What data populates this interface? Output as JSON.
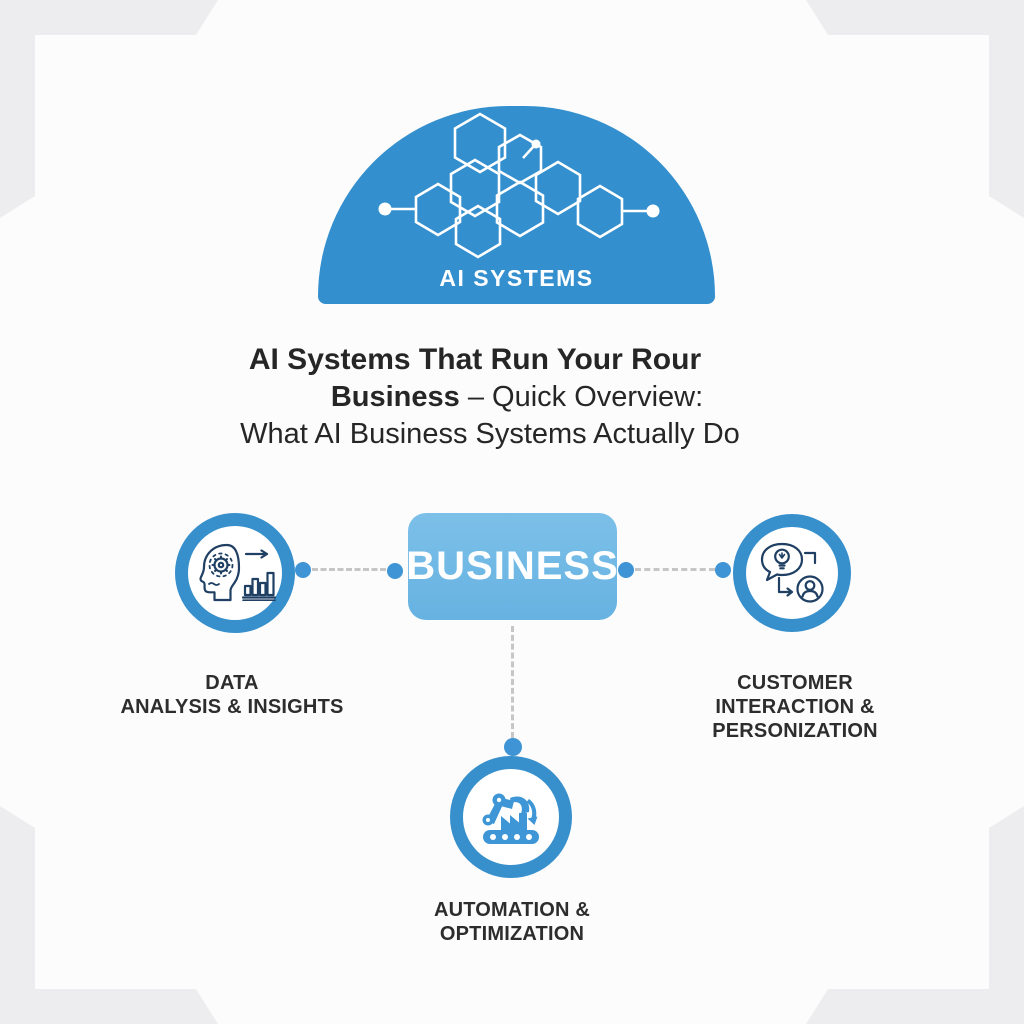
{
  "banner": {
    "label": "AI SYSTEMS",
    "icon": "hexagon-network-icon"
  },
  "title": {
    "line1": "AI Systems That Run Your Rour",
    "line2_bold": "Business",
    "line2_rest": " – Quick Overview:",
    "line3": "What AI Business Systems Actually Do"
  },
  "center_node": {
    "label": "BUSINESS"
  },
  "nodes": [
    {
      "id": "data-analysis",
      "icon": "brain-analytics-icon",
      "label_lines": [
        "DATA",
        "ANALYSIS & INSIGHTS"
      ]
    },
    {
      "id": "customer-interaction",
      "icon": "chat-idea-person-icon",
      "label_lines": [
        "CUSTOMER",
        "INTERACTION &",
        "PERSONIZATION"
      ]
    },
    {
      "id": "automation",
      "icon": "robot-arm-conveyor-icon",
      "label_lines": [
        "AUTOMATION &",
        "OPTIMIZATION"
      ]
    }
  ],
  "colors": {
    "banner_blue": "#338fce",
    "ring_blue": "#3790cc",
    "box_blue_top": "#7cc0e9",
    "box_blue_bottom": "#66b2e1",
    "dot_blue": "#3e94d4",
    "icon_navy": "#1f3f63",
    "icon_solid_blue": "#3e96d6",
    "dash_gray": "#c6c6c8",
    "corner_gray": "#ededf0",
    "text_dark": "#262626"
  }
}
